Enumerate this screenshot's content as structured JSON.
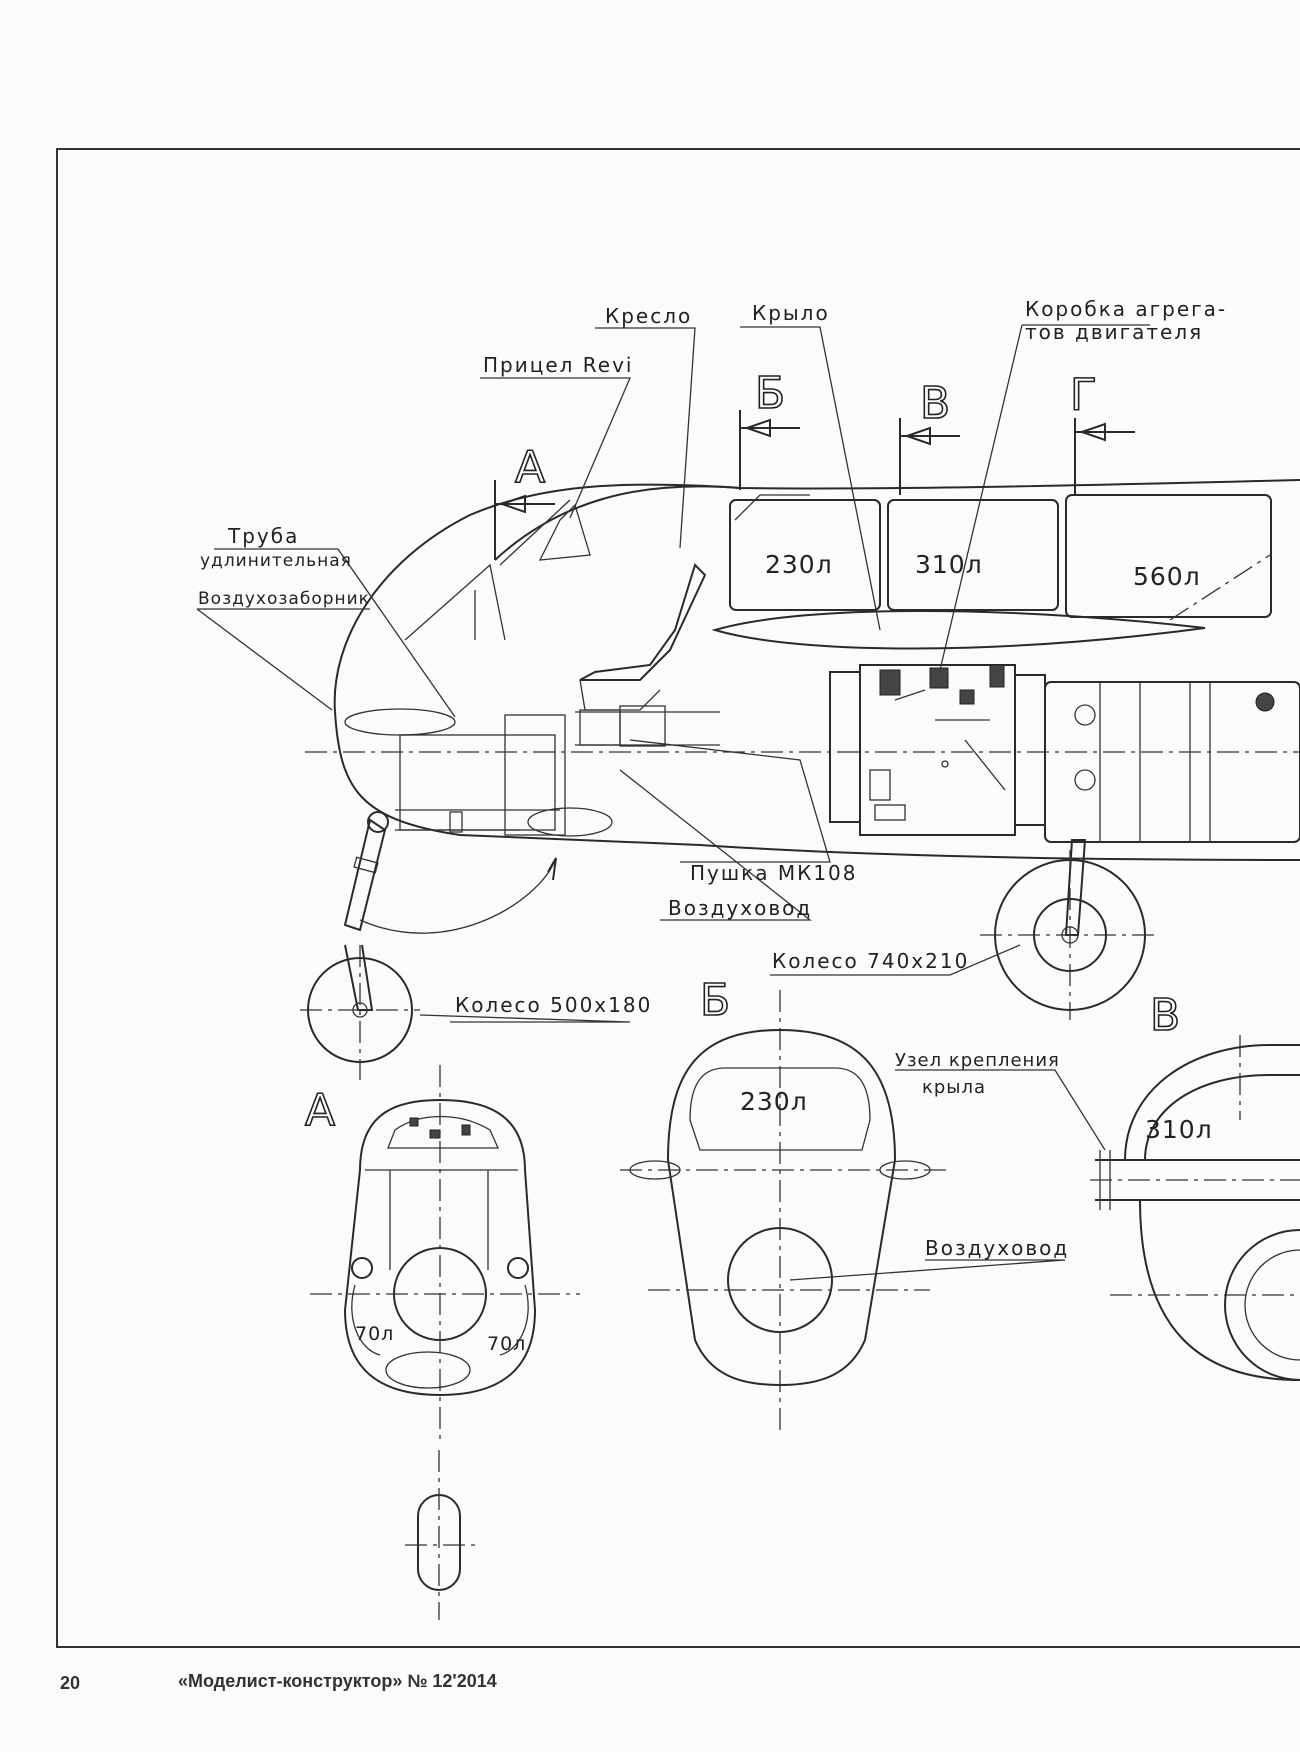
{
  "labels": {
    "seat": "Кресло",
    "wing": "Крыло",
    "gearbox_line1": "Коробка агрега-",
    "gearbox_line2": "тов двигателя",
    "sight": "Прицел Revi",
    "tube_line1": "Труба",
    "tube_line2": "удлинительная",
    "intake": "Воздухозаборник",
    "cannon": "Пушка МК108",
    "duct": "Воздуховод",
    "main_wheel": "Колесо 740х210",
    "nose_wheel": "Колесо 500х180",
    "wing_mount_line1": "Узел крепления",
    "wing_mount_line2": "крыла",
    "duct_section": "Воздуховод"
  },
  "sections": {
    "a": "А",
    "b": "Б",
    "v": "В",
    "g": "Г"
  },
  "tanks": {
    "t230": "230л",
    "t310": "310л",
    "t560": "560л",
    "sec_b_230": "230л",
    "sec_v_310": "310л",
    "sec_a_70_left": "70л",
    "sec_a_70_right": "70л"
  },
  "footer": {
    "page_number": "20",
    "magazine": "«Моделист-конструктор» № 12'2014"
  }
}
